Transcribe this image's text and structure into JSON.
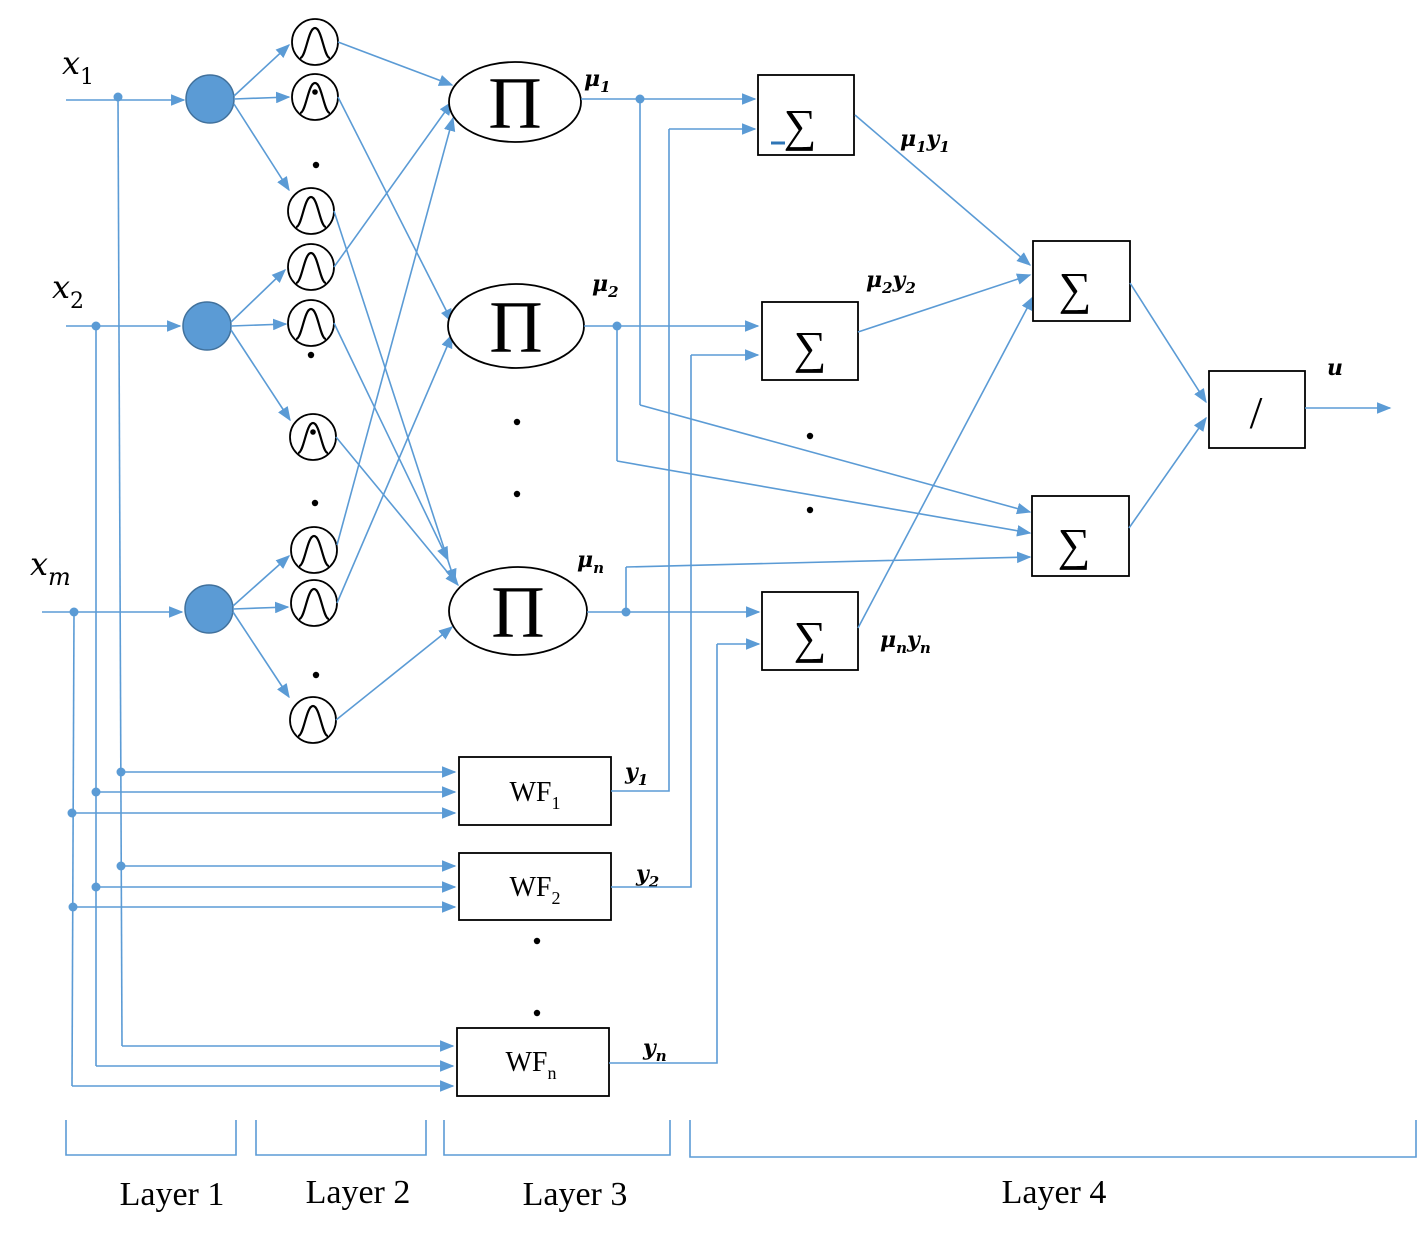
{
  "inputs": [
    {
      "base": "x",
      "sub": "1"
    },
    {
      "base": "x",
      "sub": "2"
    },
    {
      "base": "x",
      "sub": "m"
    }
  ],
  "product_symbol": "Π",
  "sum_symbol": "∑",
  "division_symbol": "/",
  "rule_outputs": [
    {
      "base": "μ",
      "sub": "1"
    },
    {
      "base": "μ",
      "sub": "2"
    },
    {
      "base": "μ",
      "sub": "n"
    }
  ],
  "weight_functions": [
    {
      "base": "WF",
      "sub": "1"
    },
    {
      "base": "WF",
      "sub": "2"
    },
    {
      "base": "WF",
      "sub": "n"
    }
  ],
  "wf_outputs": [
    {
      "base": "y",
      "sub": "1"
    },
    {
      "base": "y",
      "sub": "2"
    },
    {
      "base": "y",
      "sub": "n"
    }
  ],
  "weighted_outputs": [
    {
      "a": "μ",
      "asub": "1",
      "b": "y",
      "bsub": "1"
    },
    {
      "a": "μ",
      "asub": "2",
      "b": "y",
      "bsub": "2"
    },
    {
      "a": "μ",
      "asub": "n",
      "b": "y",
      "bsub": "n"
    }
  ],
  "final_output": "u",
  "layers": [
    "Layer 1",
    "Layer 2",
    "Layer 3",
    "Layer 4"
  ],
  "colors": {
    "accent": "#5b9bd5",
    "node_fill": "#5b9bd5",
    "stroke": "#000000"
  }
}
